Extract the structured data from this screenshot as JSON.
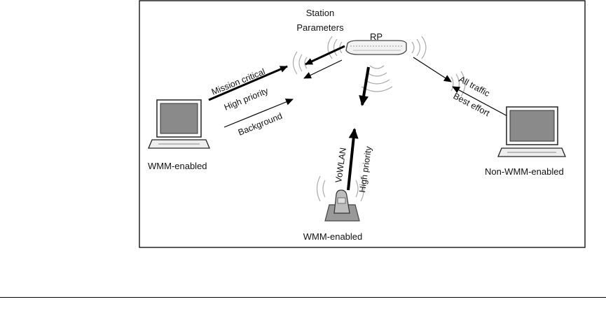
{
  "diagram": {
    "station_parameters": [
      "Station",
      "Parameters"
    ],
    "access_point": "RP",
    "left_client": {
      "label": "WMM-enabled",
      "arrows": [
        "Mission critical",
        "High priority",
        "Background"
      ]
    },
    "bottom_client": {
      "label": "WMM-enabled",
      "arrows": [
        "VoWLAN",
        "High priority"
      ]
    },
    "right_client": {
      "label": "Non-WMM-enabled",
      "arrows": [
        "All traffic",
        "Best effort"
      ]
    }
  }
}
